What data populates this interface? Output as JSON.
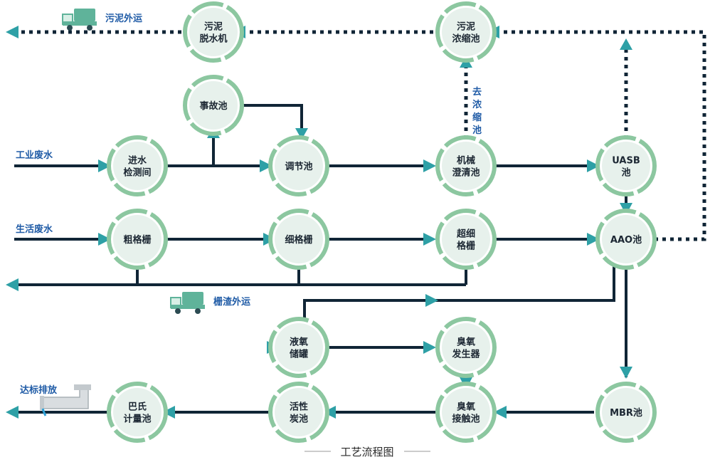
{
  "diagram": {
    "caption": "工艺流程图",
    "colors": {
      "line": "#102536",
      "arrow": "#2ea0a6",
      "node_ring": "#8cc7a0",
      "node_fill": "#e7f1ec",
      "label_blue": "#1f5ba6"
    },
    "inputs": {
      "industrial": "工业废水",
      "domestic": "生活废水"
    },
    "outputs": {
      "sludge_out": "污泥外运",
      "screenings_out": "栅渣外运",
      "discharge": "达标排放"
    },
    "side_note": [
      "去",
      "浓",
      "缩",
      "池"
    ],
    "icons": {
      "truck": "dump-truck-icon",
      "pipe": "outlet-pipe-icon"
    },
    "nodes": {
      "jinshui": [
        "进水",
        "检测间"
      ],
      "shigu": [
        "事故池"
      ],
      "tiaojie": [
        "调节池"
      ],
      "jixie": [
        "机械",
        "澄清池"
      ],
      "uasb": [
        "UASB",
        "池"
      ],
      "cugeshan": [
        "粗格栅"
      ],
      "xigeshan": [
        "细格栅"
      ],
      "chaoxi": [
        "超细",
        "格栅"
      ],
      "aao": [
        "AAO池"
      ],
      "wuni_tuo": [
        "污泥",
        "脱水机"
      ],
      "wuni_nong": [
        "污泥",
        "浓缩池"
      ],
      "yeyang": [
        "液氧",
        "储罐"
      ],
      "chouyang_fa": [
        "臭氧",
        "发生器"
      ],
      "chouyang_jie": [
        "臭氧",
        "接触池"
      ],
      "mbr": [
        "MBR池"
      ],
      "huoxing": [
        "活性",
        "炭池"
      ],
      "bashi": [
        "巴氏",
        "计量池"
      ]
    }
  }
}
